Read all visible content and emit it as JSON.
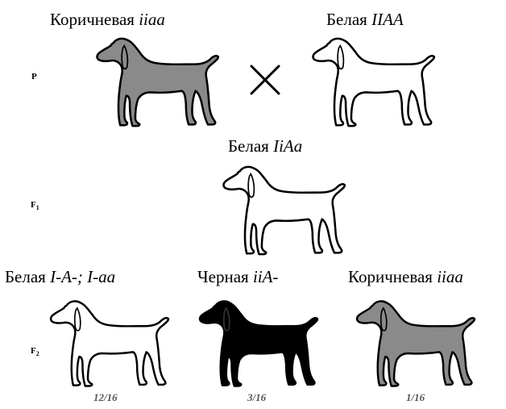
{
  "parents": {
    "gen_label": "P",
    "left": {
      "name": "Коричневая",
      "genotype": "iiaa",
      "fill": "#8a8a8a"
    },
    "right": {
      "name": "Белая",
      "genotype": "IIAA",
      "fill": "#ffffff"
    },
    "cross_symbol": "×"
  },
  "f1": {
    "gen_label": "F",
    "gen_sub": "1",
    "dog": {
      "name": "Белая",
      "genotype": "IiAa",
      "fill": "#ffffff"
    }
  },
  "f2": {
    "gen_label": "F",
    "gen_sub": "2",
    "dogs": [
      {
        "name": "Белая",
        "genotype": "I-A-; I-aa",
        "ratio": "12/16",
        "fill": "#ffffff"
      },
      {
        "name": "Черная",
        "genotype": "iiA-",
        "ratio": "3/16",
        "fill": "#000000"
      },
      {
        "name": "Коричневая",
        "genotype": "iiaa",
        "ratio": "1/16",
        "fill": "#8a8a8a"
      }
    ]
  }
}
